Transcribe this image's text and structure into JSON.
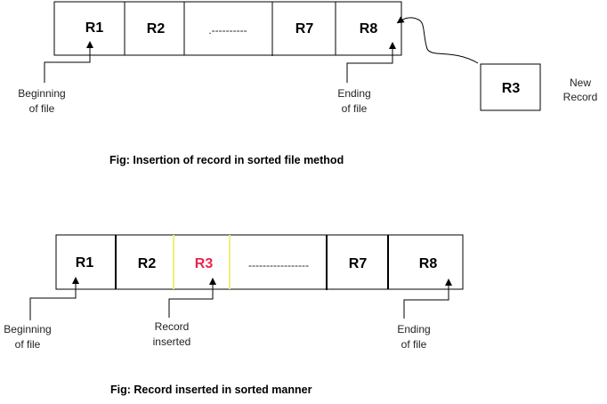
{
  "diagram1": {
    "cells": [
      {
        "label": "R1"
      },
      {
        "label": "R2"
      },
      {
        "label": ".----------"
      },
      {
        "label": "R7"
      },
      {
        "label": "R8"
      }
    ],
    "new_record": {
      "label": "R3",
      "note_line1": "New",
      "note_line2": "Record"
    },
    "beginning_note": {
      "line1": "Beginning",
      "line2": "of file"
    },
    "ending_note": {
      "line1": "Ending",
      "line2": "of file"
    },
    "caption": "Fig: Insertion of record in sorted file method"
  },
  "diagram2": {
    "cells": [
      {
        "label": "R1"
      },
      {
        "label": "R2"
      },
      {
        "label": "R3",
        "highlight": true
      },
      {
        "label": "-----------------"
      },
      {
        "label": "R7"
      },
      {
        "label": "R8"
      }
    ],
    "beginning_note": {
      "line1": "Beginning",
      "line2": "of file"
    },
    "inserted_note": {
      "line1": "Record",
      "line2": "inserted"
    },
    "ending_note": {
      "line1": "Ending",
      "line2": "of file"
    },
    "caption": "Fig: Record inserted in sorted manner"
  },
  "colors": {
    "highlight_text": "#e8264b",
    "highlight_border": "#f0f07a",
    "stroke": "#000000"
  }
}
